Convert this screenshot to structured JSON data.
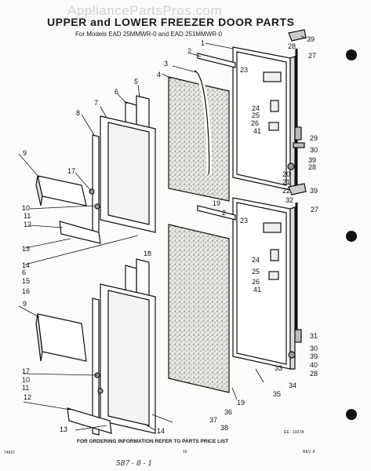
{
  "watermark": "AppliancePartsPros.com",
  "title": "UPPER and LOWER FREEZER DOOR PARTS",
  "subtitle": "For Models EAD 25MMWR-0 and EAD 251MMWR-0",
  "footer": "FOR ORDERING INFORMATION REFER TO PARTS PRICE LIST",
  "drawing_code": "EE - 1937A",
  "page_number": "16",
  "revision": "REV. 8",
  "left_note": "74937",
  "handwritten_note": "587 - 8 - 1",
  "callouts": [
    {
      "id": "c39a",
      "text": "39"
    },
    {
      "id": "c1",
      "text": "1"
    },
    {
      "id": "c27a",
      "text": "27"
    },
    {
      "id": "c2a",
      "text": "2"
    },
    {
      "id": "c28a",
      "text": "28"
    },
    {
      "id": "c3",
      "text": "3"
    },
    {
      "id": "c23a",
      "text": "23"
    },
    {
      "id": "c4",
      "text": "4"
    },
    {
      "id": "c5",
      "text": "5"
    },
    {
      "id": "c6a",
      "text": "6"
    },
    {
      "id": "c7",
      "text": "7"
    },
    {
      "id": "c8",
      "text": "8"
    },
    {
      "id": "c24a",
      "text": "24"
    },
    {
      "id": "c25a",
      "text": "25"
    },
    {
      "id": "c26a",
      "text": "26"
    },
    {
      "id": "c41a",
      "text": "41"
    },
    {
      "id": "c29",
      "text": "29"
    },
    {
      "id": "c30a",
      "text": "30"
    },
    {
      "id": "c39b",
      "text": "39"
    },
    {
      "id": "c28b",
      "text": "28"
    },
    {
      "id": "c9a",
      "text": "9"
    },
    {
      "id": "c17a",
      "text": "17"
    },
    {
      "id": "c20",
      "text": "20"
    },
    {
      "id": "c21",
      "text": "21"
    },
    {
      "id": "c22",
      "text": "22"
    },
    {
      "id": "c39c",
      "text": "39"
    },
    {
      "id": "c32",
      "text": "32"
    },
    {
      "id": "c27b",
      "text": "27"
    },
    {
      "id": "c19a",
      "text": "19"
    },
    {
      "id": "c2b",
      "text": "2"
    },
    {
      "id": "c10a",
      "text": "10"
    },
    {
      "id": "c11a",
      "text": "11"
    },
    {
      "id": "c12a",
      "text": "12"
    },
    {
      "id": "c23b",
      "text": "23"
    },
    {
      "id": "c13a",
      "text": "13"
    },
    {
      "id": "c14a",
      "text": "14"
    },
    {
      "id": "c6b",
      "text": "6"
    },
    {
      "id": "c18",
      "text": "18"
    },
    {
      "id": "c24b",
      "text": "24"
    },
    {
      "id": "c25b",
      "text": "25"
    },
    {
      "id": "c26b",
      "text": "26"
    },
    {
      "id": "c41b",
      "text": "41"
    },
    {
      "id": "c15",
      "text": "15"
    },
    {
      "id": "c16",
      "text": "16"
    },
    {
      "id": "c9b",
      "text": "9"
    },
    {
      "id": "c31",
      "text": "31"
    },
    {
      "id": "c30b",
      "text": "30"
    },
    {
      "id": "c39d",
      "text": "39"
    },
    {
      "id": "c40",
      "text": "40"
    },
    {
      "id": "c28c",
      "text": "28"
    },
    {
      "id": "c33",
      "text": "33"
    },
    {
      "id": "c34",
      "text": "34"
    },
    {
      "id": "c35",
      "text": "35"
    },
    {
      "id": "c17b",
      "text": "17"
    },
    {
      "id": "c10b",
      "text": "10"
    },
    {
      "id": "c11b",
      "text": "11"
    },
    {
      "id": "c12b",
      "text": "12"
    },
    {
      "id": "c19b",
      "text": "19"
    },
    {
      "id": "c36",
      "text": "36"
    },
    {
      "id": "c37",
      "text": "37"
    },
    {
      "id": "c13b",
      "text": "13"
    },
    {
      "id": "c14b",
      "text": "14"
    },
    {
      "id": "c38",
      "text": "38"
    }
  ]
}
